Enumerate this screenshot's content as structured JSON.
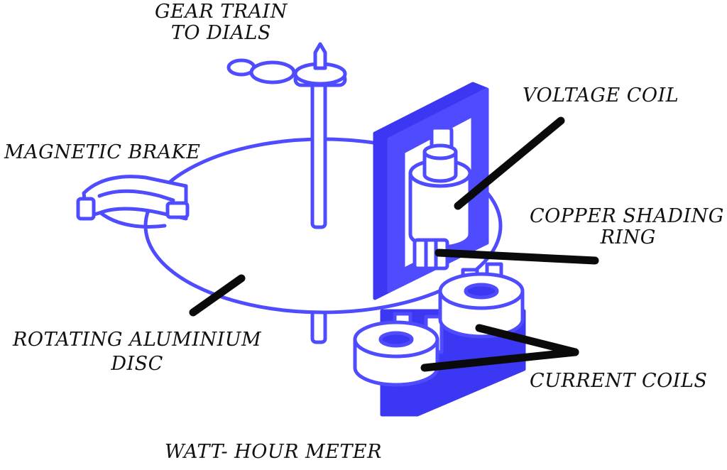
{
  "labels": {
    "gear_train": [
      "GEAR TRAIN",
      "TO DIALS"
    ],
    "voltage_coil": "VOLTAGE COIL",
    "magnetic_brake": "MAGNETIC BRAKE",
    "copper_shading_ring": [
      "COPPER SHADING",
      "RING"
    ],
    "rotating_disc": [
      "ROTATING ALUMINIUM",
      "DISC"
    ],
    "current_coils": "CURRENT COILS",
    "caption": "WATT- HOUR METER"
  },
  "colors": {
    "drawing": "#4f4bff",
    "drawing_dark": "#3b37f2",
    "leader": "#0a0a0a",
    "text": "#111111",
    "background": "#ffffff"
  }
}
